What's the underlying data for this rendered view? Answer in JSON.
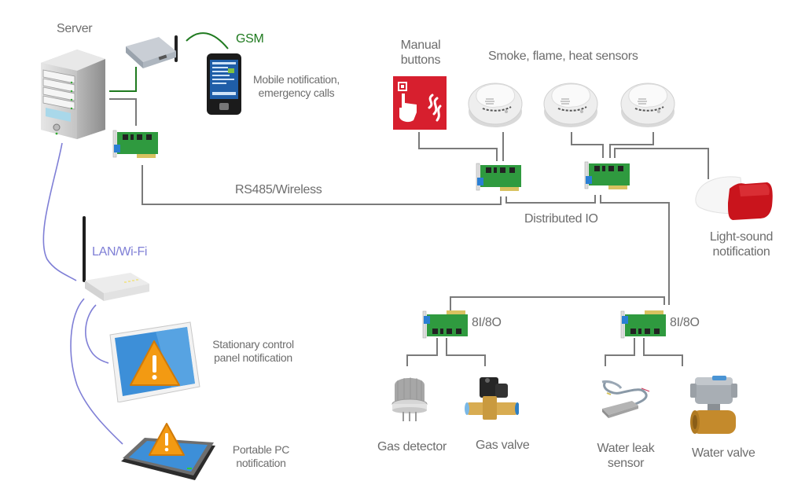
{
  "diagram": {
    "title": "Distributed IO safety monitoring system",
    "colors": {
      "wire": "#7a7a7a",
      "gsm": "#1f7a1f",
      "lan": "#7f7fd6",
      "label": "#6d6d6d",
      "board": "#2f9a3f",
      "alert": "#f39a12",
      "button_red": "#d71f2e",
      "siren_red": "#c9141c"
    },
    "nodes": {
      "server": {
        "label": "Server",
        "icon": "server-tower-icon"
      },
      "gsm_modem": {
        "label": "GSM",
        "icon": "gsm-modem-icon"
      },
      "mobile": {
        "label_line1": "Mobile notification,",
        "label_line2": "emergency calls",
        "icon": "smartphone-icon"
      },
      "server_io_card": {
        "icon": "io-board-icon"
      },
      "bus": {
        "label": "RS485/Wireless"
      },
      "lan": {
        "label": "LAN/Wi-Fi",
        "icon": "wifi-router-icon"
      },
      "stationary_panel": {
        "label_line1": "Stationary control",
        "label_line2": "panel notification",
        "icon": "monitor-warning-icon"
      },
      "portable_pc": {
        "label_line1": "Portable PC",
        "label_line2": "notification",
        "icon": "tablet-warning-icon"
      },
      "manual_buttons": {
        "label_line1": "Manual",
        "label_line2": "buttons",
        "icon": "fire-alarm-button-icon"
      },
      "sensors": {
        "label": "Smoke, flame, heat sensors",
        "icon": "smoke-detector-icon",
        "count": 3
      },
      "distributed_io": {
        "label": "Distributed IO",
        "icon": "io-board-icon"
      },
      "siren": {
        "label_line1": "Light-sound",
        "label_line2": "notification",
        "icon": "siren-icon"
      },
      "io_module_left": {
        "label": "8I/8O",
        "icon": "io-board-icon"
      },
      "io_module_right": {
        "label": "8I/8O",
        "icon": "io-board-icon"
      },
      "gas_detector": {
        "label": "Gas detector",
        "icon": "gas-sensor-icon"
      },
      "gas_valve": {
        "label": "Gas valve",
        "icon": "solenoid-valve-icon"
      },
      "water_leak": {
        "label_line1": "Water leak",
        "label_line2": "sensor",
        "icon": "water-leak-sensor-icon"
      },
      "water_valve": {
        "label": "Water valve",
        "icon": "motorized-ball-valve-icon"
      }
    }
  }
}
